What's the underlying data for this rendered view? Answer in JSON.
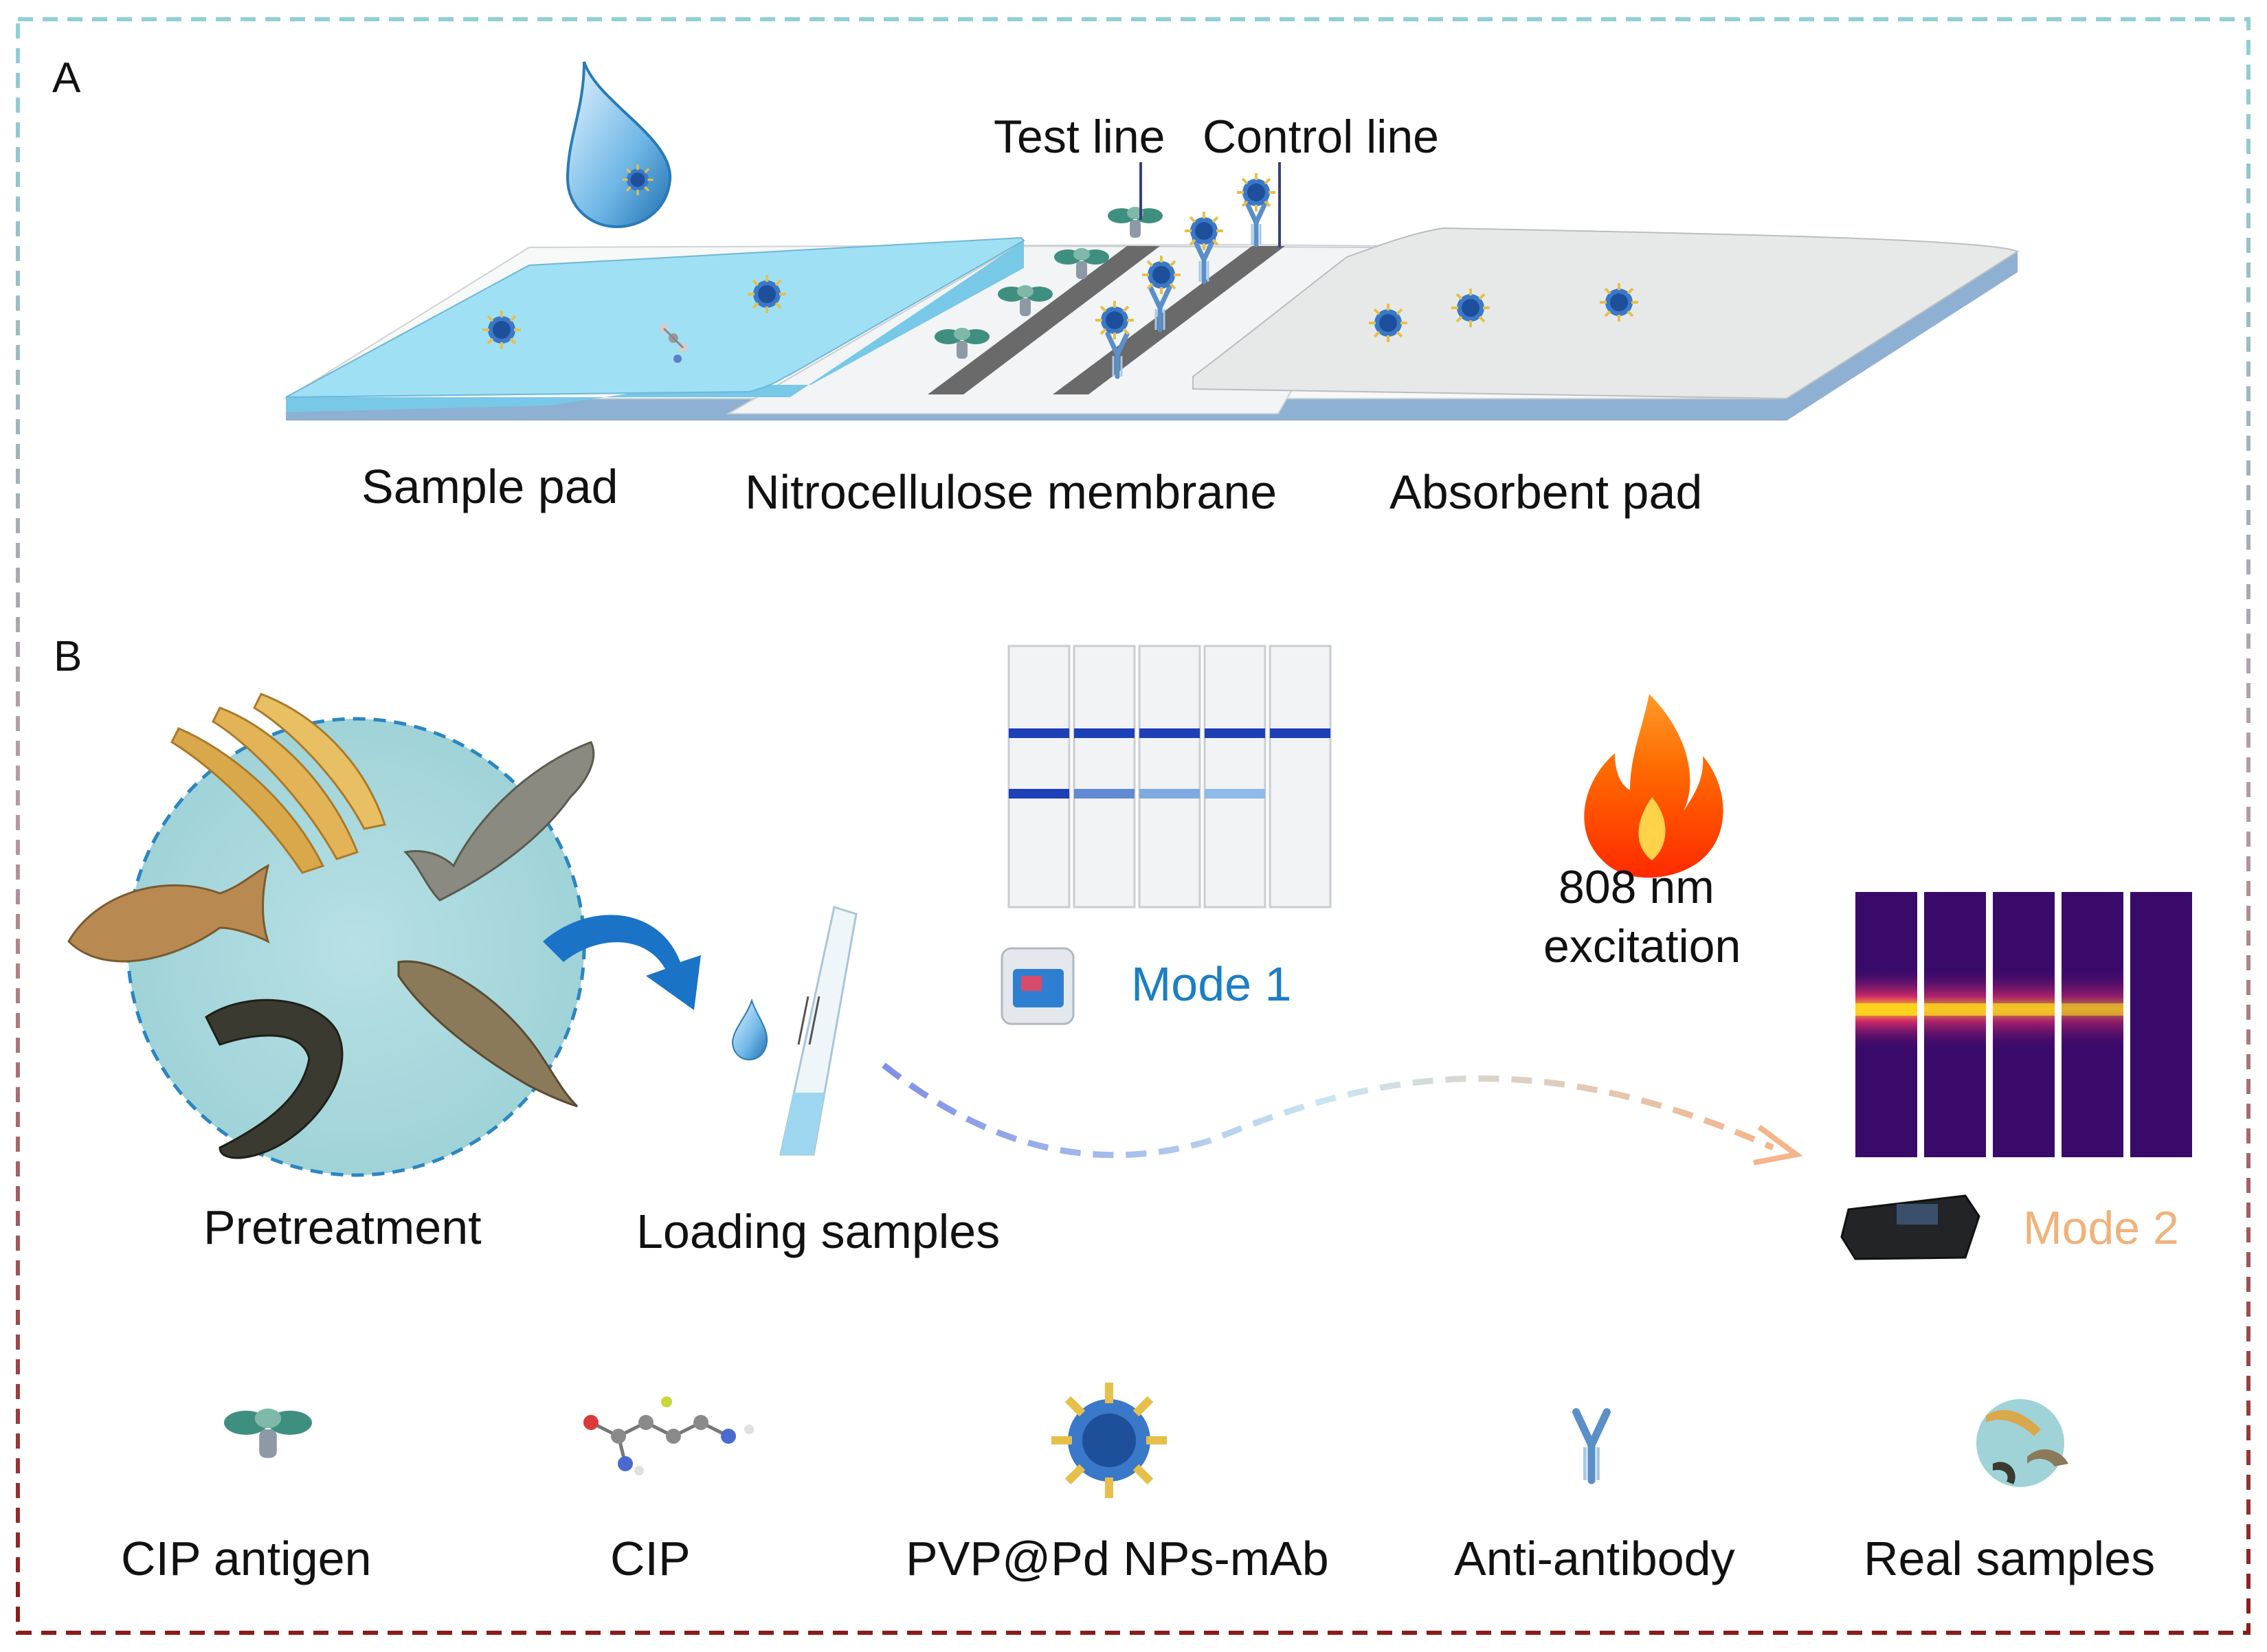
{
  "panels": {
    "a": {
      "letter": "A"
    },
    "b": {
      "letter": "B"
    }
  },
  "strip": {
    "test_line_label": "Test line",
    "control_line_label": "Control line",
    "sample_pad_label": "Sample pad",
    "membrane_label": "Nitrocellulose membrane",
    "absorbent_pad_label": "Absorbent pad"
  },
  "workflow": {
    "pretreatment_label": "Pretreatment",
    "loading_label": "Loading samples",
    "mode1_label": "Mode 1",
    "excitation_line1": "808 nm",
    "excitation_line2": "excitation",
    "mode2_label": "Mode 2"
  },
  "legend": [
    {
      "label": "CIP antigen"
    },
    {
      "label": "CIP"
    },
    {
      "label": "PVP@Pd NPs-mAb"
    },
    {
      "label": "Anti-antibody"
    },
    {
      "label": "Real samples"
    }
  ],
  "colors": {
    "border_top": "#8fd0d6",
    "border_bottom": "#8b1a1a",
    "sample_pad": "#9fe0f5",
    "membrane": "#f2f4f5",
    "line_stripe": "#6a6a6a",
    "absorbent_pad": "#e7e9e9",
    "backing": "#7fa2c8",
    "mode1_text": "#1a7fc4",
    "mode2_text": "#f0b27a",
    "test_band_dark": "#1d3fb8",
    "ir_strip_bg": "#3a0a6b",
    "ir_hot": "#ffd21f"
  },
  "mode1_strips": {
    "control_band": [
      1,
      1,
      1,
      1,
      1
    ],
    "test_band": [
      1.0,
      0.55,
      0.35,
      0.25,
      0
    ]
  },
  "mode2_strips": {
    "test_signal": [
      1.0,
      0.8,
      0.75,
      0.6,
      0
    ]
  }
}
